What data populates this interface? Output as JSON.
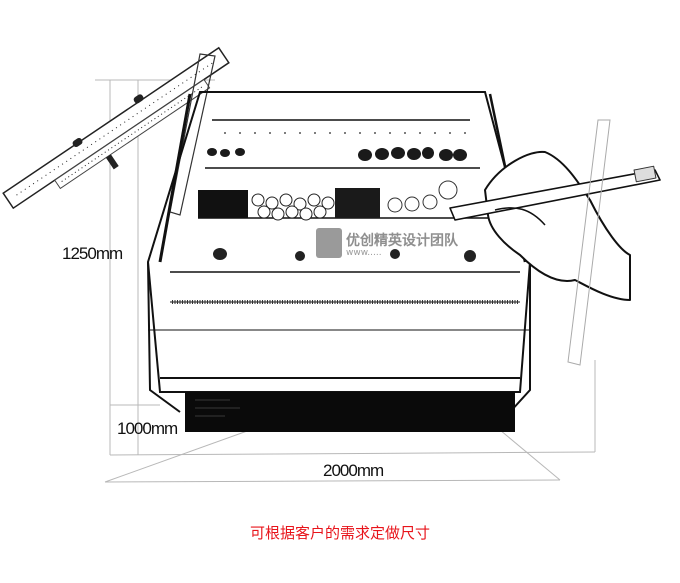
{
  "illustration": {
    "subject": "open-front refrigerated display cabinet sketch",
    "description": "Pencil sketch of a multi-deck open display refrigerator with shelves of produce, a caliper/ruler on the left and a hand holding a pencil on the right",
    "dimensions": {
      "height_label": "1250mm",
      "height_value": "1250",
      "depth_label": "1000mm",
      "depth_value": "1000",
      "width_label": "2000mm",
      "width_value": "2000",
      "unit": "mm"
    },
    "watermark": {
      "text": "优创精英设计团队",
      "url_fragment": "www.....",
      "color": "#8f8f8f"
    },
    "icons": [
      "caliper-ruler-icon",
      "hand-with-pencil-icon",
      "watermark-logo-icon"
    ]
  },
  "caption": {
    "text": "可根据客户的需求定做尺寸",
    "color": "#e8141b"
  },
  "colors": {
    "background": "#ffffff",
    "ink": "#111111",
    "guide_lines": "#b5b5b5",
    "caption": "#e8141b"
  }
}
